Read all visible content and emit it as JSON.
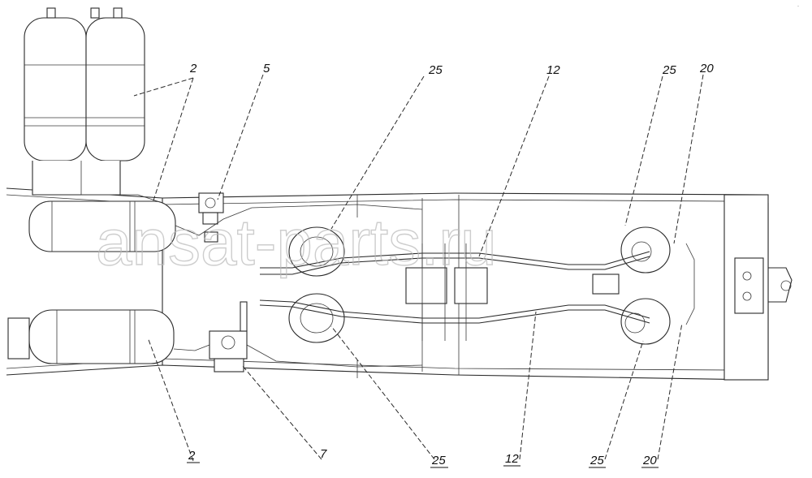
{
  "watermark": "ansat-parts.ru",
  "corner_mark": "-",
  "callouts": [
    {
      "id": "c-2-top",
      "label": "2"
    },
    {
      "id": "c-5",
      "label": "5"
    },
    {
      "id": "c-25-top-center",
      "label": "25"
    },
    {
      "id": "c-12-top",
      "label": "12"
    },
    {
      "id": "c-25-top-right",
      "label": "25"
    },
    {
      "id": "c-20-top",
      "label": "20"
    },
    {
      "id": "c-2-bottom",
      "label": "2"
    },
    {
      "id": "c-7",
      "label": "7"
    },
    {
      "id": "c-25-bottom-center",
      "label": "25"
    },
    {
      "id": "c-12-bottom",
      "label": "12"
    },
    {
      "id": "c-25-bottom-right",
      "label": "25"
    },
    {
      "id": "c-20-bottom",
      "label": "20"
    }
  ]
}
